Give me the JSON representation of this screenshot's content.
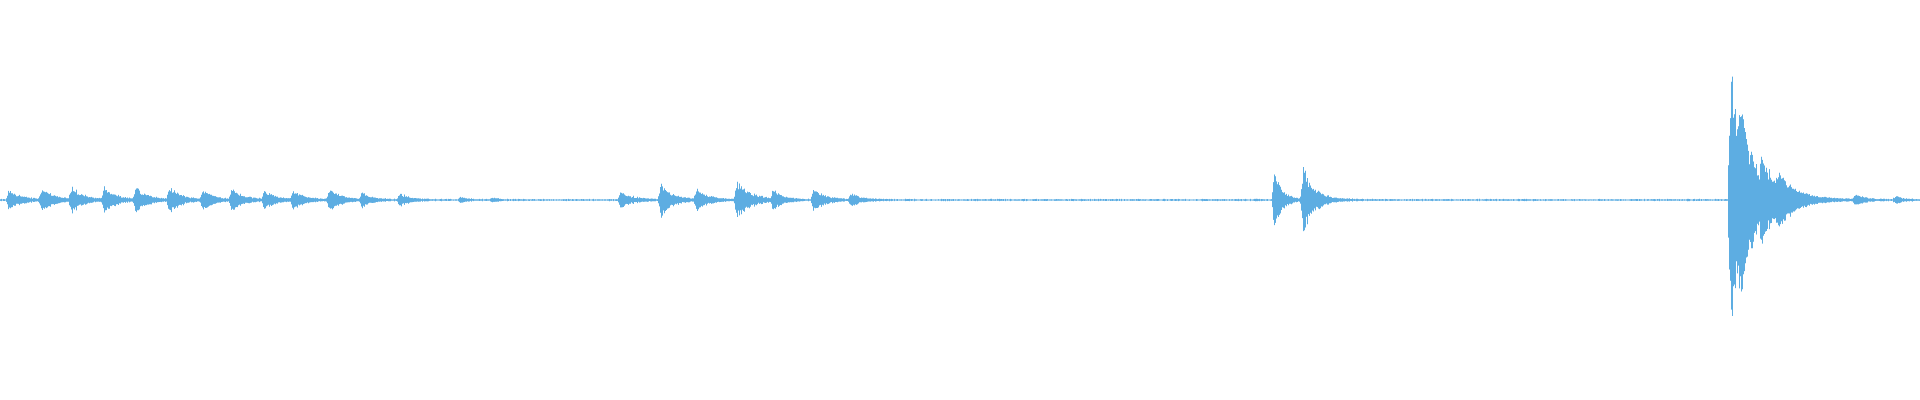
{
  "waveform": {
    "color": "#5dade2",
    "background": "#ffffff",
    "baseline_amplitude": 0.004,
    "events": [
      {
        "t": 0.0045,
        "amp": 0.06,
        "decay": 0.006
      },
      {
        "t": 0.0215,
        "amp": 0.07,
        "decay": 0.006
      },
      {
        "t": 0.037,
        "amp": 0.07,
        "decay": 0.006
      },
      {
        "t": 0.054,
        "amp": 0.07,
        "decay": 0.006
      },
      {
        "t": 0.0705,
        "amp": 0.07,
        "decay": 0.006
      },
      {
        "t": 0.088,
        "amp": 0.07,
        "decay": 0.006
      },
      {
        "t": 0.1055,
        "amp": 0.05,
        "decay": 0.006
      },
      {
        "t": 0.1205,
        "amp": 0.06,
        "decay": 0.006
      },
      {
        "t": 0.1375,
        "amp": 0.05,
        "decay": 0.006
      },
      {
        "t": 0.1525,
        "amp": 0.05,
        "decay": 0.006
      },
      {
        "t": 0.1715,
        "amp": 0.06,
        "decay": 0.006
      },
      {
        "t": 0.1885,
        "amp": 0.04,
        "decay": 0.005
      },
      {
        "t": 0.208,
        "amp": 0.04,
        "decay": 0.005
      },
      {
        "t": 0.2395,
        "amp": 0.015,
        "decay": 0.004
      },
      {
        "t": 0.256,
        "amp": 0.01,
        "decay": 0.004
      },
      {
        "t": 0.323,
        "amp": 0.05,
        "decay": 0.006
      },
      {
        "t": 0.344,
        "amp": 0.09,
        "decay": 0.006
      },
      {
        "t": 0.3625,
        "amp": 0.06,
        "decay": 0.006
      },
      {
        "t": 0.3835,
        "amp": 0.11,
        "decay": 0.007
      },
      {
        "t": 0.4025,
        "amp": 0.05,
        "decay": 0.005
      },
      {
        "t": 0.4235,
        "amp": 0.06,
        "decay": 0.006
      },
      {
        "t": 0.443,
        "amp": 0.04,
        "decay": 0.005
      },
      {
        "t": 0.6635,
        "amp": 0.17,
        "decay": 0.004
      },
      {
        "t": 0.6785,
        "amp": 0.18,
        "decay": 0.006
      },
      {
        "t": 0.901,
        "amp": 0.76,
        "decay": 0.006
      },
      {
        "t": 0.906,
        "amp": 0.3,
        "decay": 0.01
      },
      {
        "t": 0.9175,
        "amp": 0.14,
        "decay": 0.008
      },
      {
        "t": 0.926,
        "amp": 0.08,
        "decay": 0.01
      },
      {
        "t": 0.966,
        "amp": 0.03,
        "decay": 0.005
      },
      {
        "t": 0.987,
        "amp": 0.02,
        "decay": 0.004
      }
    ]
  }
}
